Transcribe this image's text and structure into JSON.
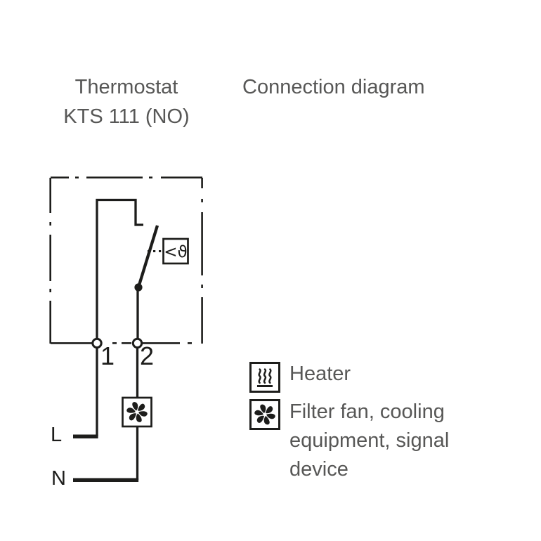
{
  "header": {
    "left_title_line1": "Thermostat",
    "left_title_line2": "KTS 111 (NO)",
    "right_title": "Connection diagram"
  },
  "circuit": {
    "terminal_1_label": "1",
    "terminal_2_label": "2",
    "live_label": "L",
    "neutral_label": "N",
    "thermostat_symbol": "<ϑ",
    "switch_type": "normally-open thermostat contact",
    "load_icon": "fan-icon"
  },
  "legend": {
    "items": [
      {
        "icon": "heater-icon",
        "label": "Heater"
      },
      {
        "icon": "fan-icon",
        "label": "Filter fan, cooling equipment, signal device"
      }
    ]
  },
  "colors": {
    "line": "#1d1d1b",
    "text_gray": "#575756",
    "background": "#ffffff"
  }
}
